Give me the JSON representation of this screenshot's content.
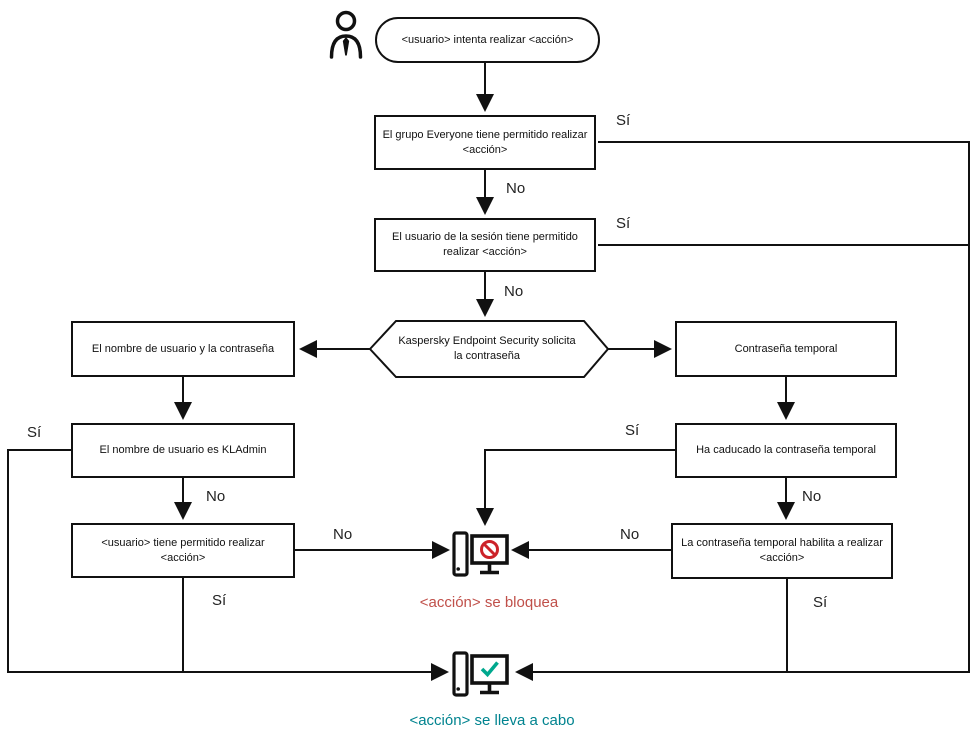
{
  "diagram": {
    "start": "<usuario> intenta realizar <acción>",
    "nodes": {
      "everyone": "El grupo Everyone tiene permitido realizar <acción>",
      "session_user": "El usuario de la sesión tiene permitido realizar <acción>",
      "kes_prompt": "Kaspersky Endpoint Security solicita la contraseña",
      "user_password": "El nombre de usuario y la contraseña",
      "temp_password": "Contraseña temporal",
      "kladmin": "El nombre de usuario es KLAdmin",
      "temp_expired": "Ha caducado la contraseña temporal",
      "user_allowed": "<usuario> tiene permitido realizar <acción>",
      "temp_allows": "La contraseña temporal habilita a realizar <acción>"
    },
    "labels": {
      "yes": "Sí",
      "no": "No"
    },
    "outcomes": {
      "blocked": "<acción> se bloquea",
      "performed": "<acción> se lleva a cabo"
    },
    "icons": {
      "actor": "person-icon",
      "blocked": "computer-blocked-icon",
      "performed": "computer-check-icon"
    },
    "colors": {
      "line": "#111111",
      "blocked_sign": "#cc2229",
      "blocked_text": "#c0504a",
      "success_sign": "#00a88e",
      "success_text": "#00838f"
    }
  }
}
